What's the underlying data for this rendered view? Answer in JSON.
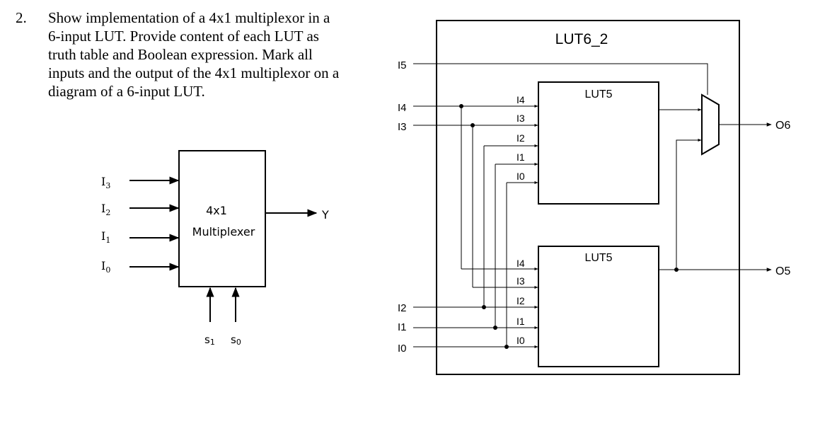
{
  "question": {
    "number": "2.",
    "lines": [
      "Show implementation of a 4x1 multiplexor in a",
      "6-input LUT. Provide content of each LUT as",
      "truth table and Boolean expression. Mark all",
      "inputs and the output of the 4x1 multiplexor on a",
      "diagram of a 6-input LUT."
    ]
  },
  "mux": {
    "title": "4x1",
    "subtitle": "Multiplexer",
    "output": "Y",
    "data_inputs": [
      "I",
      "I",
      "I",
      "I"
    ],
    "data_input_subs": [
      "3",
      "2",
      "1",
      "0"
    ],
    "select_inputs": [
      "s",
      "s"
    ],
    "select_input_subs": [
      "1",
      "0"
    ]
  },
  "lut6": {
    "title": "LUT6_2",
    "outer_inputs": {
      "i5": "I5",
      "i4": "I4",
      "i3": "I3",
      "i2": "I2",
      "i1": "I1",
      "i0": "I0"
    },
    "upper_lut": {
      "title": "LUT5",
      "pins": [
        "I4",
        "I3",
        "I2",
        "I1",
        "I0"
      ]
    },
    "lower_lut": {
      "title": "LUT5",
      "pins": [
        "I4",
        "I3",
        "I2",
        "I1",
        "I0"
      ]
    },
    "outputs": {
      "o6": "O6",
      "o5": "O5"
    }
  }
}
